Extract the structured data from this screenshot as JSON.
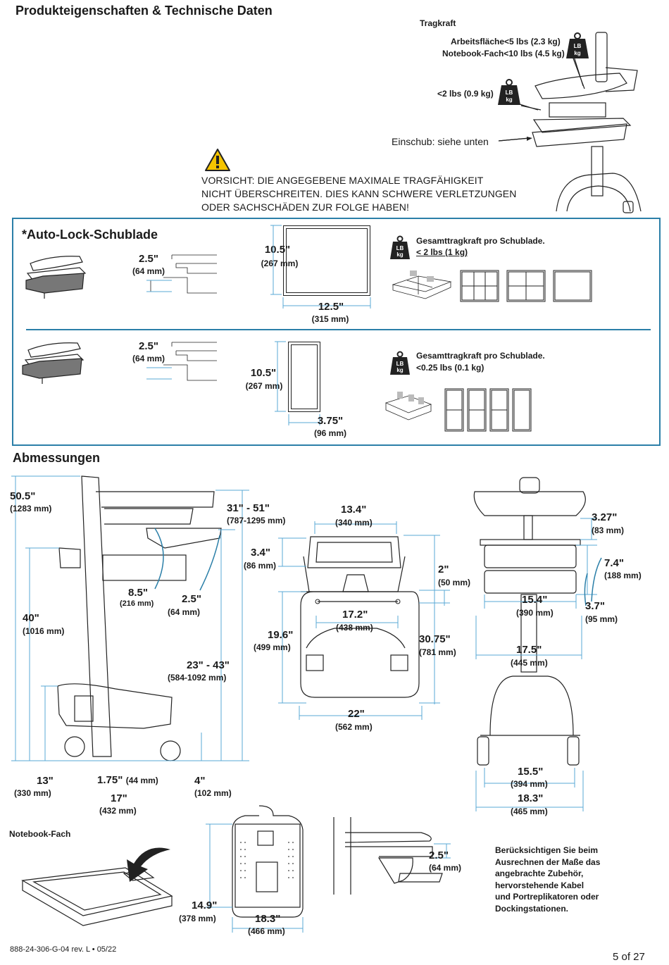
{
  "header": {
    "title": "Produkteigenschaften & Technische Daten"
  },
  "capacity": {
    "title": "Tragkraft",
    "work_surface": "Arbeitsfläche",
    "work_surface_value": "<5 lbs (2.3 kg)",
    "notebook": "Notebook-Fach",
    "notebook_value": "<10 lbs (4.5 kg)",
    "keyboard_value": "<2 lbs (0.9 kg)",
    "drawer_note": "Einschub: siehe unten",
    "icon_top": "LB",
    "icon_bottom": "kg"
  },
  "caution": {
    "line1": "VORSICHT:  DIE ANGEGEBENE MAXIMALE TRAGFÄHIGKEIT",
    "line2": "NICHT ÜBERSCHREITEN. DIES KANN SCHWERE VERLETZUNGEN",
    "line3": "ODER SACHSCHÄDEN ZUR FOLGE HABEN!"
  },
  "drawer": {
    "title": "*Auto-Lock-Schublade",
    "d1": {
      "h": "2.5\"",
      "h_mm": "(64 mm)",
      "depth": "10.5\"",
      "depth_mm": "(267 mm)",
      "width": "12.5\"",
      "width_mm": "(315 mm)",
      "cap_label": "Gesamttragkraft pro Schublade.",
      "cap_value": "< 2 lbs (1 kg)"
    },
    "d2": {
      "h": "2.5\"",
      "h_mm": "(64 mm)",
      "depth": "10.5\"",
      "depth_mm": "(267 mm)",
      "width": "3.75\"",
      "width_mm": "(96 mm)",
      "cap_label": "Gesamttragkraft pro Schublade.",
      "cap_value": "<0.25 lbs (0.1 kg)"
    }
  },
  "dimensions": {
    "title": "Abmessungen",
    "side": {
      "height": "50.5\"",
      "height_mm": "(1283 mm)",
      "range": "31\" - 51\"",
      "range_mm": "(787-1295 mm)",
      "a": "8.5\"",
      "a_mm": "(216 mm)",
      "b": "2.5\"",
      "b_mm": "(64 mm)",
      "c": "40\"",
      "c_mm": "(1016 mm)",
      "d": "23\" - 43\"",
      "d_mm": "(584-1092 mm)",
      "e": "13\"",
      "e_mm": "(330 mm)",
      "f": "1.75\"",
      "f_mm": "(44 mm)",
      "g": "17\"",
      "g_mm": "(432 mm)",
      "h": "4\"",
      "h_mm": "(102 mm)"
    },
    "top": {
      "a": "13.4\"",
      "a_mm": "(340 mm)",
      "b": "3.4\"",
      "b_mm": "(86 mm)",
      "c": "2\"",
      "c_mm": "(50 mm)",
      "d": "17.2\"",
      "d_mm": "(438 mm)",
      "e": "19.6\"",
      "e_mm": "(499 mm)",
      "f": "30.75\"",
      "f_mm": "(781 mm)",
      "g": "22\"",
      "g_mm": "(562 mm)"
    },
    "front": {
      "a": "3.27\"",
      "a_mm": "(83 mm)",
      "b": "7.4\"",
      "b_mm": "(188 mm)",
      "c": "15.4\"",
      "c_mm": "(390 mm)",
      "d": "3.7\"",
      "d_mm": "(95 mm)",
      "e": "17.5\"",
      "e_mm": "(445 mm)",
      "f": "15.5\"",
      "f_mm": "(394 mm)",
      "g": "18.3\"",
      "g_mm": "(465 mm)"
    }
  },
  "notebook": {
    "title": "Notebook-Fach",
    "a": "14.9\"",
    "a_mm": "(378 mm)",
    "b": "18.3\"",
    "b_mm": "(466 mm)",
    "c": "2.5\"",
    "c_mm": "(64 mm)",
    "note1": "Berücksichtigen Sie beim",
    "note2": "Ausrechnen der Maße das",
    "note3": "angebrachte Zubehör,",
    "note4": "hervorstehende Kabel",
    "note5": "und Portreplikatoren oder",
    "note6": "Dockingstationen."
  },
  "footer": {
    "doc": "888-24-306-G-04 rev. L • 05/22",
    "page": "5 of 27"
  },
  "colors": {
    "frame": "#2b7fa8",
    "dimline": "#5aa9d6",
    "warning": "#f5c400"
  }
}
